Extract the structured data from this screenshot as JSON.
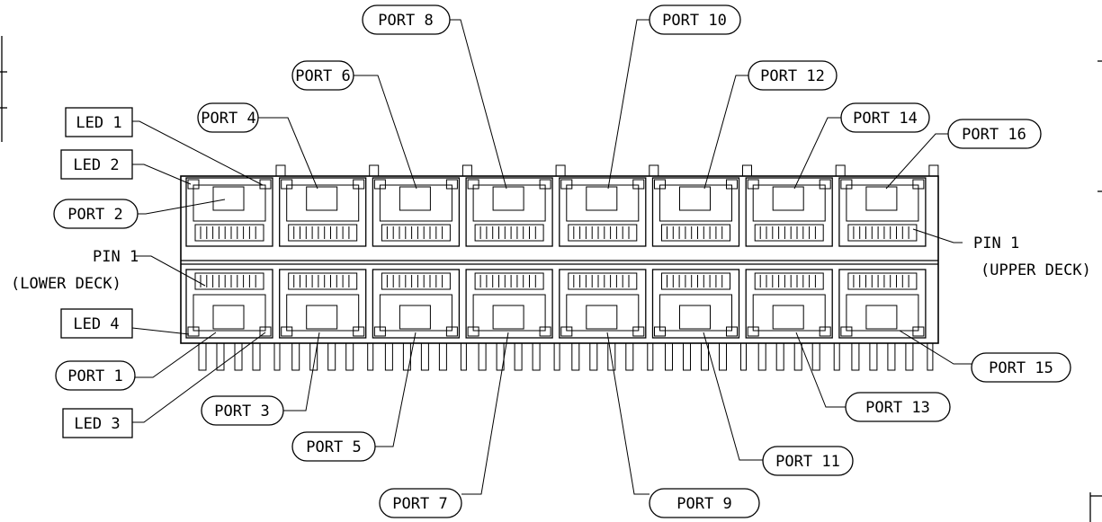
{
  "callouts": {
    "port_labels": [
      "PORT 1",
      "PORT 2",
      "PORT 3",
      "PORT 4",
      "PORT 5",
      "PORT 6",
      "PORT 7",
      "PORT 8",
      "PORT 9",
      "PORT 10",
      "PORT 11",
      "PORT 12",
      "PORT 13",
      "PORT 14",
      "PORT 15",
      "PORT 16"
    ],
    "led_labels": [
      "LED 1",
      "LED 2",
      "LED 3",
      "LED 4"
    ],
    "pin1_lower": [
      "PIN 1",
      "(LOWER DECK)"
    ],
    "pin1_upper": [
      "PIN 1",
      "(UPPER DECK)"
    ]
  },
  "connector": {
    "ports_per_deck": 8,
    "decks": 2
  }
}
